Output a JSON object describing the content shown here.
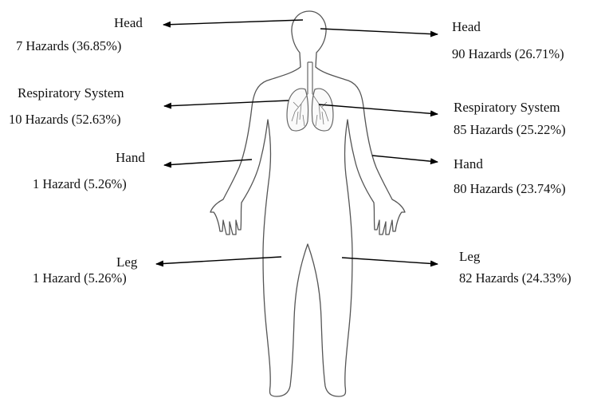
{
  "left": {
    "head": {
      "name": "Head",
      "value": "7 Hazards (36.85%)"
    },
    "respiratory": {
      "name": "Respiratory System",
      "value": "10 Hazards (52.63%)"
    },
    "hand": {
      "name": "Hand",
      "value": "1 Hazard (5.26%)"
    },
    "leg": {
      "name": "Leg",
      "value": "1 Hazard (5.26%)"
    }
  },
  "right": {
    "head": {
      "name": "Head",
      "value": "90 Hazards (26.71%)"
    },
    "respiratory": {
      "name": "Respiratory System",
      "value": "85 Hazards (25.22%)"
    },
    "hand": {
      "name": "Hand",
      "value": "80 Hazards (23.74%)"
    },
    "leg": {
      "name": "Leg",
      "value": "82 Hazards (24.33%)"
    }
  }
}
